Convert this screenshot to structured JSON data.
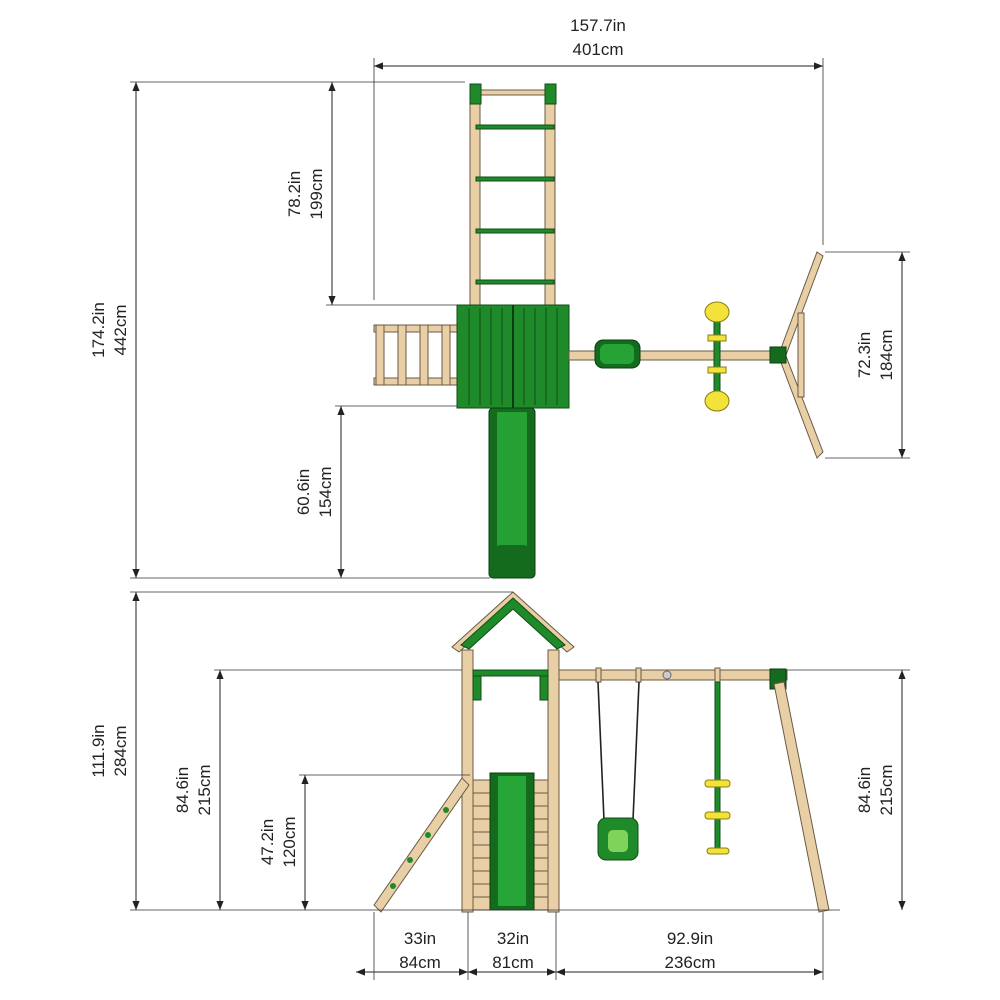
{
  "dimensions": {
    "top_width": {
      "in": "157.7in",
      "cm": "401cm"
    },
    "total_length": {
      "in": "174.2in",
      "cm": "442cm"
    },
    "ladder_length": {
      "in": "78.2in",
      "cm": "199cm"
    },
    "slide_length": {
      "in": "60.6in",
      "cm": "154cm"
    },
    "aframe_width": {
      "in": "72.3in",
      "cm": "184cm"
    },
    "total_height": {
      "in": "111.9in",
      "cm": "284cm"
    },
    "beam_height_left": {
      "in": "84.6in",
      "cm": "215cm"
    },
    "platform_height": {
      "in": "47.2in",
      "cm": "120cm"
    },
    "beam_height_right": {
      "in": "84.6in",
      "cm": "215cm"
    },
    "climb_wall_width": {
      "in": "33in",
      "cm": "84cm"
    },
    "tower_width": {
      "in": "32in",
      "cm": "81cm"
    },
    "swing_beam_width": {
      "in": "92.9in",
      "cm": "236cm"
    }
  }
}
